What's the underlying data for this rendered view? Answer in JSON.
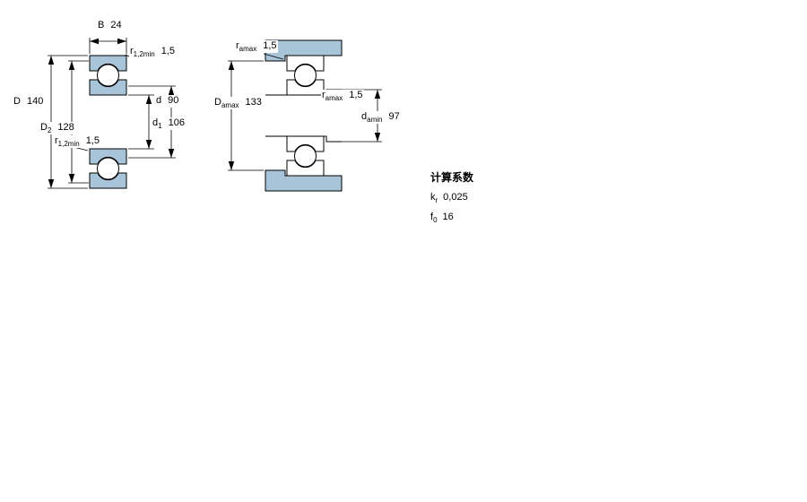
{
  "colors": {
    "part_fill": "#a7c4d9",
    "line": "#000000",
    "background": "#ffffff"
  },
  "section_view": {
    "dims": {
      "B": {
        "base": "B",
        "sub": "",
        "value": "24"
      },
      "r12_top": {
        "base": "r",
        "sub": "1,2min",
        "value": "1,5"
      },
      "D": {
        "base": "D",
        "sub": "",
        "value": "140"
      },
      "D2": {
        "base": "D",
        "sub": "2",
        "value": "128"
      },
      "r12_bottom": {
        "base": "r",
        "sub": "1,2min",
        "value": "1,5"
      },
      "d": {
        "base": "d",
        "sub": "",
        "value": "90"
      },
      "d1": {
        "base": "d",
        "sub": "1",
        "value": "106"
      }
    }
  },
  "abutment_view": {
    "dims": {
      "ra_top": {
        "base": "r",
        "sub": "amax",
        "value": "1,5"
      },
      "Da": {
        "base": "D",
        "sub": "amax",
        "value": "133"
      },
      "ra_mid": {
        "base": "r",
        "sub": "amax",
        "value": "1,5"
      },
      "da": {
        "base": "d",
        "sub": "amin",
        "value": "97"
      }
    }
  },
  "calculation_factors": {
    "heading": "计算系数",
    "rows": [
      {
        "base": "k",
        "sub": "r",
        "value": "0,025"
      },
      {
        "base": "f",
        "sub": "0",
        "value": "16"
      }
    ]
  }
}
